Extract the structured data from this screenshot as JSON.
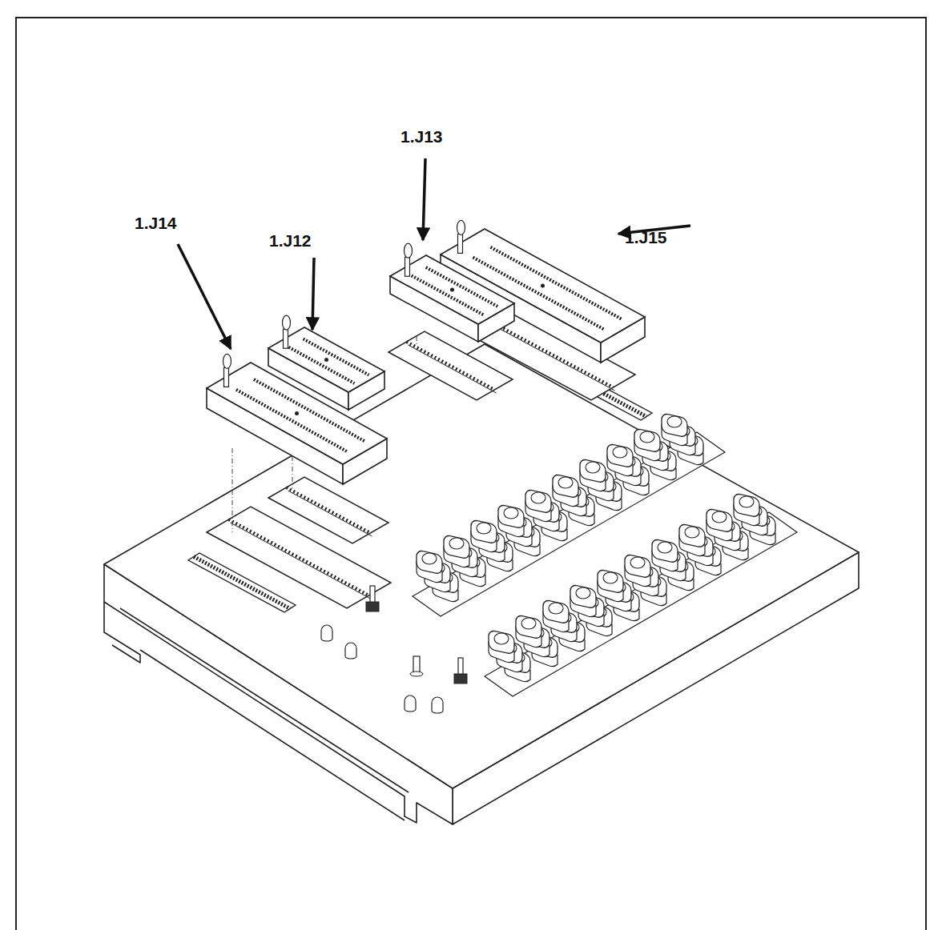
{
  "diagram": {
    "labels": [
      "1.J13",
      "1.J14",
      "1.J12",
      "1.J15"
    ]
  }
}
